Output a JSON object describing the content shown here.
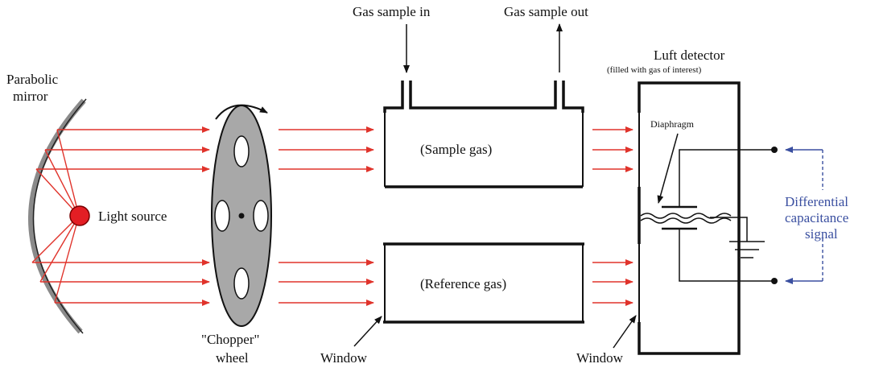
{
  "labels": {
    "parabolic_mirror_1": "Parabolic",
    "parabolic_mirror_2": "mirror",
    "light_source": "Light source",
    "chopper_1": "\"Chopper\"",
    "chopper_2": "wheel",
    "gas_in": "Gas sample in",
    "gas_out": "Gas sample out",
    "sample_gas": "(Sample gas)",
    "reference_gas": "(Reference gas)",
    "window_left": "Window",
    "window_right": "Window",
    "luft_detector": "Luft detector",
    "luft_detector_note": "(filled with gas of interest)",
    "diaphragm": "Diaphragm",
    "signal_1": "Differential",
    "signal_2": "capacitance",
    "signal_3": "signal"
  },
  "colors": {
    "ray": "#e0332b",
    "source": "#e31e24",
    "line": "#111111",
    "mirror": "#8a8a8a",
    "wheel": "#a8a8a8",
    "signal": "#3a4fa0"
  }
}
